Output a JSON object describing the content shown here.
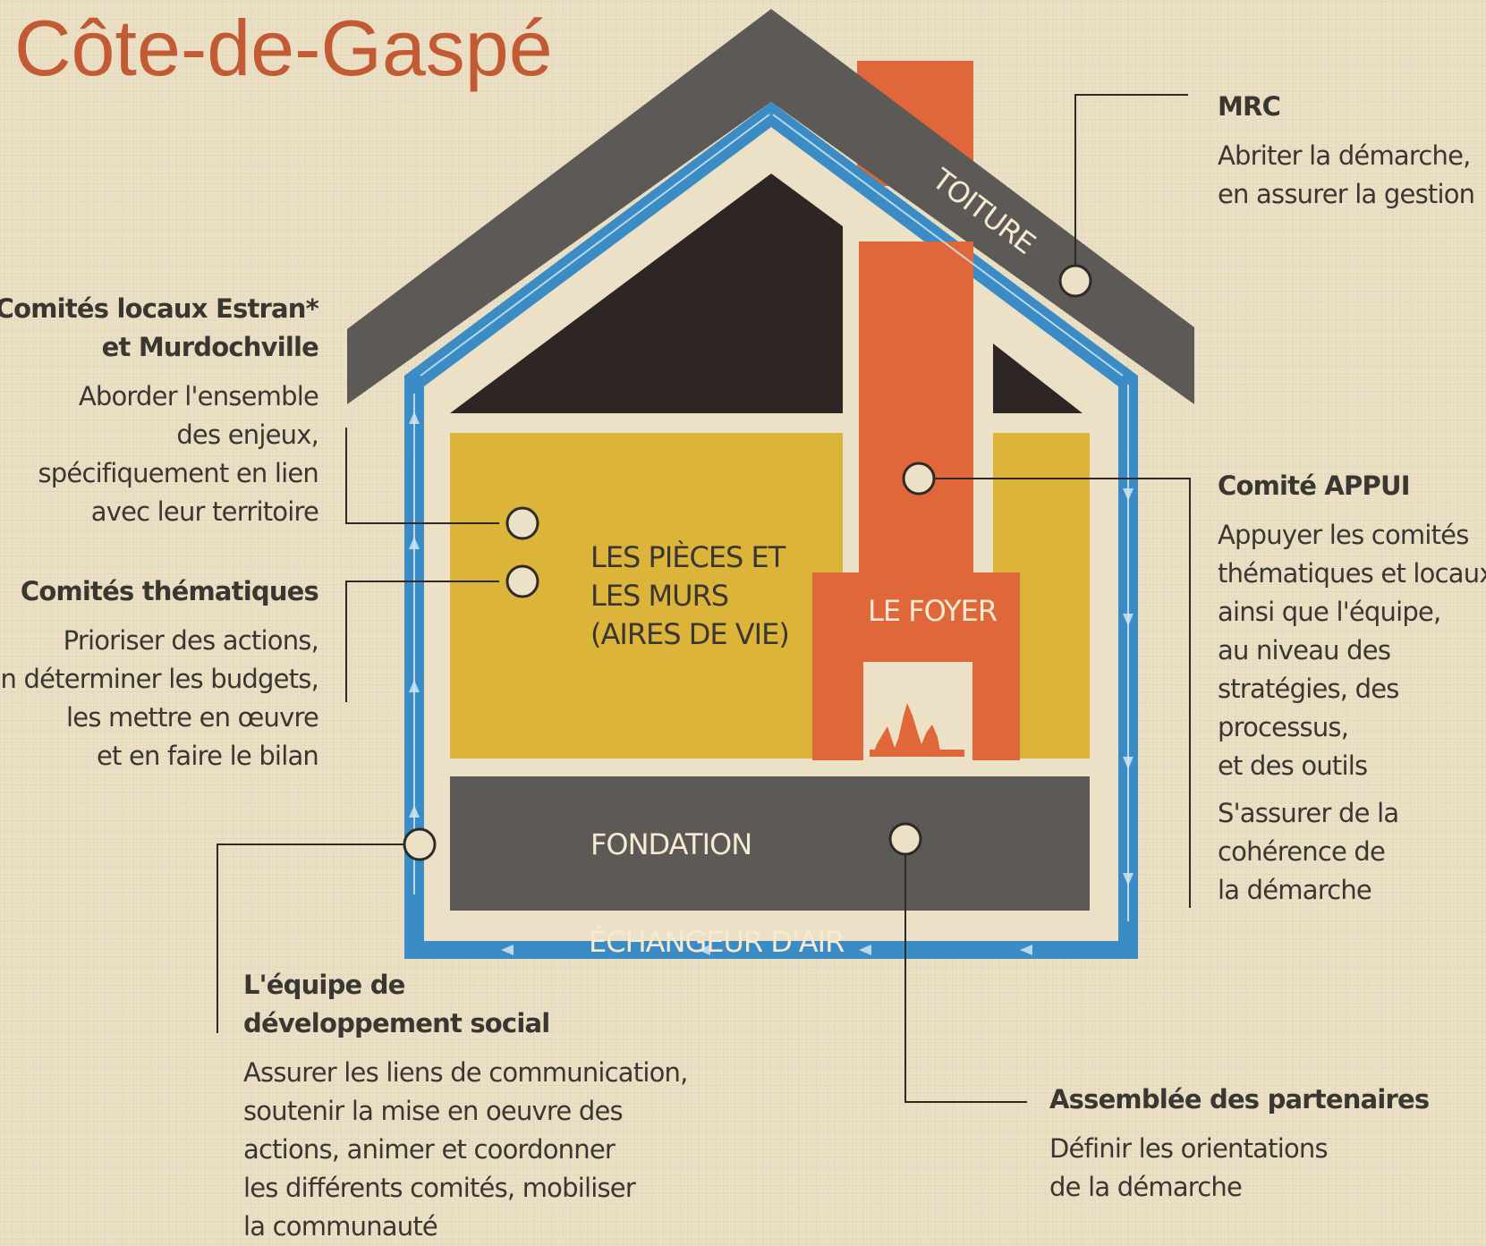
{
  "title": "Côte-de-Gaspé",
  "colors": {
    "title": "#c25a33",
    "roof": "#5c5956",
    "air_exchanger": "#3b8cc4",
    "rooms": "#dcb43a",
    "hearth": "#e0673a",
    "foundation": "#5c5956",
    "attic": "#2d2624",
    "text": "#3a3632"
  },
  "house": {
    "roof_label": "TOITURE",
    "rooms_label": [
      "LES PIÈCES ET",
      "LES MURS",
      "(AIRES DE VIE)"
    ],
    "hearth_label": "LE FOYER",
    "foundation_label": "FONDATION",
    "air_label": "ÉCHANGEUR D'AIR"
  },
  "blocks": {
    "mrc": {
      "heading": "MRC",
      "desc": [
        "Abriter la démarche,",
        "en assurer la gestion"
      ]
    },
    "comites_locaux": {
      "heading": [
        "Comités locaux Estran*",
        "et Murdochville"
      ],
      "desc": [
        "Aborder l'ensemble",
        "des enjeux,",
        "spécifiquement en lien",
        "avec leur territoire"
      ]
    },
    "comites_thematiques": {
      "heading": "Comités thématiques",
      "desc": [
        "Prioriser des actions,",
        "en déterminer les budgets,",
        "les mettre en œuvre",
        "et en faire le bilan"
      ]
    },
    "comite_appui": {
      "heading": "Comité APPUI",
      "desc": [
        "Appuyer les comités",
        "thématiques et locaux,",
        "ainsi que l'équipe,",
        "au niveau des",
        "stratégies, des",
        "processus,",
        "et des outils"
      ],
      "desc2": [
        "S'assurer de la",
        "cohérence de",
        "la démarche"
      ]
    },
    "equipe": {
      "heading": [
        "L'équipe de",
        "développement social"
      ],
      "desc": [
        "Assurer les liens de communication,",
        "soutenir la mise en oeuvre des",
        "actions, animer et coordonner",
        "les différents comités, mobiliser",
        "la communauté"
      ]
    },
    "assemblee": {
      "heading": "Assemblée des partenaires",
      "desc": [
        "Définir les orientations",
        "de la démarche"
      ]
    }
  }
}
